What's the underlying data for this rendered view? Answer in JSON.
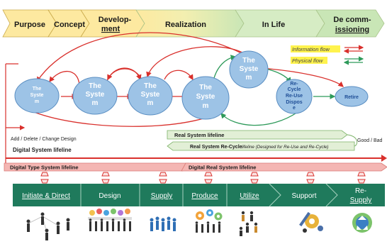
{
  "phases": [
    {
      "label": "Purpose",
      "underline": false
    },
    {
      "label": "Concept",
      "underline": false
    },
    {
      "label": "Develop-",
      "label2": "ment",
      "underline": true
    },
    {
      "label": "Realization",
      "underline": false
    },
    {
      "label": "In Life",
      "underline": false
    },
    {
      "label": "De comm-",
      "label2": "issioning",
      "underline": true
    }
  ],
  "nodes": [
    {
      "line1": "The",
      "line2": "Syste",
      "line3": "m"
    },
    {
      "line1": "The",
      "line2": "Syste",
      "line3": "m"
    },
    {
      "line1": "The",
      "line2": "Syste",
      "line3": "m"
    },
    {
      "line1": "The",
      "line2": "Syste",
      "line3": "m"
    },
    {
      "line1": "The",
      "line2": "Syste",
      "line3": "m"
    },
    {
      "line1": "Re-",
      "line2": "Cycle",
      "line3": "Re-Use",
      "line4": "Dispos",
      "line5": "e"
    },
    {
      "line1": "Retire"
    }
  ],
  "legend": {
    "information_flow": "Information flow",
    "physical_flow": "Physical flow"
  },
  "lifelines": {
    "add_delete": "Add / Delete / Change Design",
    "digital_system": "Digital System lifeline",
    "real_system": "Real System lifeline",
    "recycle_bold": "Real System Re-Cycle",
    "recycle_italic": "lifeline (Designed for Re-Use and Re-Cycle)",
    "good_bad": "Good / Bad",
    "digital_type": "Digital Type System lifeline",
    "digital_real": "Digital Real System lifeline"
  },
  "activities": [
    {
      "label": "Initiate & Direct"
    },
    {
      "label": "Design"
    },
    {
      "label": "Supply"
    },
    {
      "label": "Produce"
    },
    {
      "label": "Utilize"
    },
    {
      "label": "Support"
    },
    {
      "label": "Re-",
      "label2": "Supply"
    }
  ],
  "colors": {
    "phase_yellow": "#fde9a0",
    "phase_green": "#d6ecc4",
    "node_blue": "#9dc3e6",
    "node_text": "#1f4e96",
    "info_red": "#d9302c",
    "physical_green": "#2e9a5a",
    "lifeline_green": "#e2efd6",
    "activity_teal": "#1f7a5c",
    "digital_pink": "#f4b6b3"
  }
}
